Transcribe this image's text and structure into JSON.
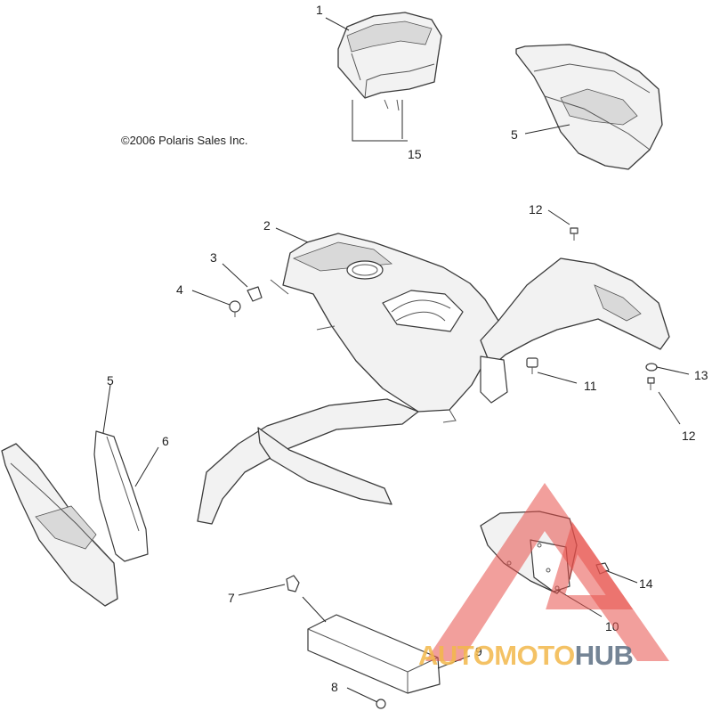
{
  "copyright": "©2006 Polaris Sales Inc.",
  "callouts": {
    "c1": "1",
    "c2": "2",
    "c3": "3",
    "c4": "4",
    "c5_top": "5",
    "c5_left": "5",
    "c6": "6",
    "c7": "7",
    "c8": "8",
    "c9": "9",
    "c10": "10",
    "c11": "11",
    "c12_top": "12",
    "c12_right": "12",
    "c13": "13",
    "c14": "14",
    "c15": "15"
  },
  "watermark": {
    "part1": "AUTOMOTO",
    "part2": "HUB",
    "color_primary": "#f2b74a",
    "color_secondary": "#5c6f82",
    "color_triangle": "#e8514a"
  }
}
